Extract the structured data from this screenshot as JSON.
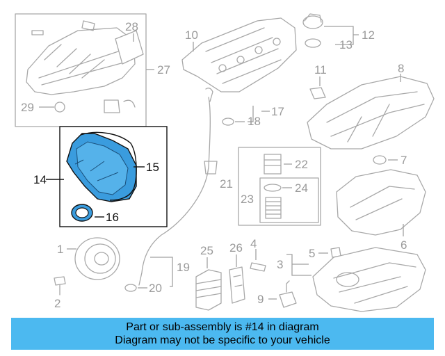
{
  "colors": {
    "highlight_fill": "#3a9cde",
    "banner_bg": "#4cb9f0",
    "part_gray": "#a8a8a8",
    "label_gray": "#9a9a9a"
  },
  "callouts": {
    "c1": "1",
    "c2": "2",
    "c3": "3",
    "c4": "4",
    "c5": "5",
    "c6": "6",
    "c7": "7",
    "c8": "8",
    "c9": "9",
    "c10": "10",
    "c11": "11",
    "c12": "12",
    "c13": "13",
    "c14": "14",
    "c15": "15",
    "c16": "16",
    "c17": "17",
    "c18": "18",
    "c19": "19",
    "c20": "20",
    "c21": "21",
    "c22": "22",
    "c23": "23",
    "c24": "24",
    "c25": "25",
    "c26": "26",
    "c27": "27",
    "c28": "28",
    "c29": "29"
  },
  "highlighted_part": "14",
  "banner": {
    "line1": "Part or sub-assembly is #14 in diagram",
    "line2": "Diagram may not be specific to your vehicle"
  }
}
